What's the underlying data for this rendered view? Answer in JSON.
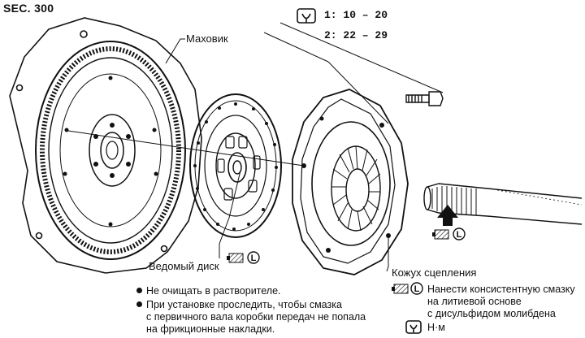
{
  "section": "SEC. 300",
  "torque": {
    "line1": "1: 10 – 20",
    "line2": "2: 22 – 29"
  },
  "labels": {
    "flywheel": "Маховик",
    "clutch_disc": "Ведомый диск",
    "clutch_cover": "Кожух сцепления"
  },
  "notes": {
    "note1": "Не очищать в растворителе.",
    "note2_line1": "При установке проследить, чтобы смазка",
    "note2_line2": "с первичного вала коробки передач не попала",
    "note2_line3": "на фрикционные накладки."
  },
  "legend": {
    "grease_line1": "Нанести консистентную смазку",
    "grease_line2": "на литиевой основе",
    "grease_line3": "с дисульфидом молибдена",
    "torque_unit": "Н·м"
  },
  "symbols": {
    "grease_letter": "L"
  },
  "colors": {
    "ink": "#111111",
    "paper": "#ffffff"
  }
}
